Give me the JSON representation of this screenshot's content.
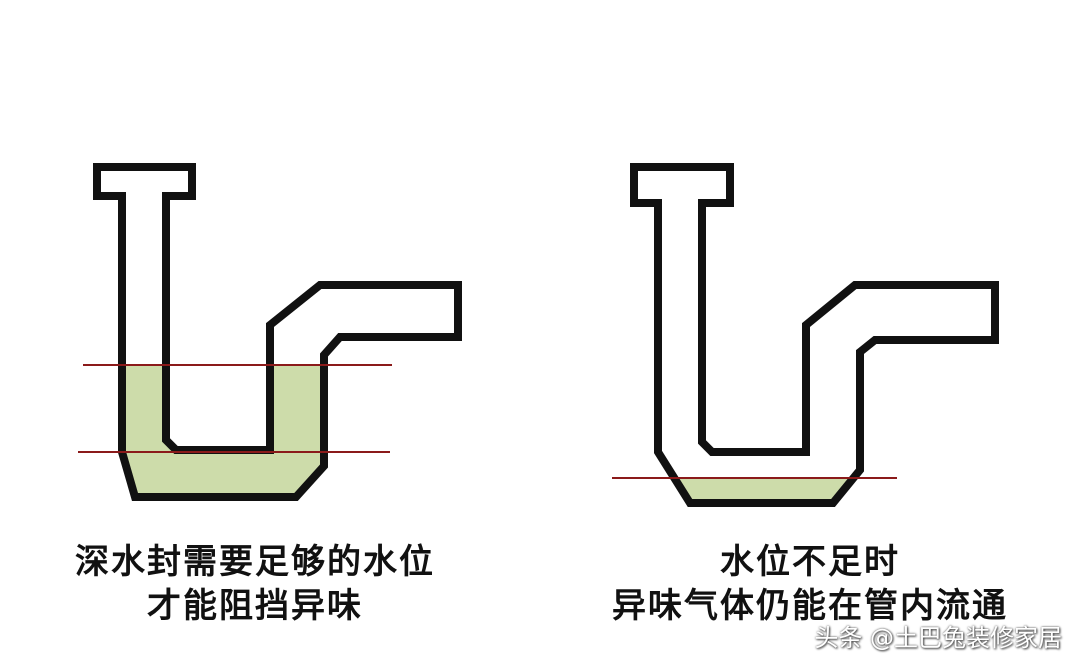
{
  "colors": {
    "pipe_stroke": "#111111",
    "pipe_fill": "#ffffff",
    "water": "#cddcaa",
    "level_line": "#8b1a1a"
  },
  "left_panel": {
    "caption_line1": "深水封需要足够的水位",
    "caption_line2": "才能阻挡异味"
  },
  "right_panel": {
    "caption_line1": "水位不足时",
    "caption_line2": "异味气体仍能在管内流通"
  },
  "watermark": "头条 @土巴兔装修家居"
}
